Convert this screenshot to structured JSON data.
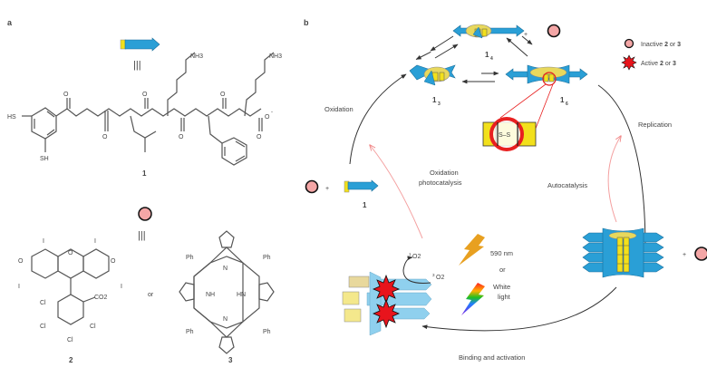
{
  "panels": {
    "a": {
      "label": "a",
      "compound1": {
        "label": "1",
        "groups": {
          "hs_top": "HS",
          "sh_bottom": "SH",
          "nh3_1": "NH3",
          "nh3_2": "NH3",
          "plus": "+",
          "carboxylate": "O",
          "charge": "-",
          "o": "O",
          "h": "H",
          "n": "N"
        },
        "equiv_symbol": "|||"
      },
      "compound2": {
        "label": "2",
        "groups": {
          "o_ketone": "O",
          "o_ring": "O",
          "o_minus": "O",
          "i": "I",
          "cl": "Cl",
          "co2": "CO2",
          "charge": "-"
        }
      },
      "or_label": "or",
      "compound3": {
        "label": "3",
        "groups": {
          "ph": "Ph",
          "nh": "NH",
          "hn": "HN",
          "n": "N"
        }
      },
      "photosensitizer_equiv": "|||"
    },
    "b": {
      "label": "b",
      "species": {
        "trimer": "1",
        "trimer_sub": "3",
        "tetramer": "1",
        "tetramer_sub": "4",
        "hexamer": "1",
        "hexamer_sub": "6",
        "monomer": "1"
      },
      "plus": "+",
      "disulfide": "S–S",
      "legend": [
        {
          "icon": "pink-circle",
          "text_pre": "Inactive ",
          "bold1": "2",
          "mid": " or ",
          "bold2": "3"
        },
        {
          "icon": "red-star",
          "text_pre": "Active ",
          "bold1": "2",
          "mid": " or ",
          "bold2": "3"
        }
      ],
      "labels": {
        "oxidation": "Oxidation",
        "oxidation_photocatalysis_1": "Oxidation",
        "oxidation_photocatalysis_2": "photocatalysis",
        "replication": "Replication",
        "autocatalysis": "Autocatalysis",
        "binding": "Binding and activation",
        "singlet_o2": "O2",
        "singlet_sup": "1",
        "triplet_o2": "O2",
        "triplet_sup": "3",
        "wavelength": "590 nm",
        "or": "or",
        "white1": "White",
        "white2": "light"
      },
      "colors": {
        "inactive": "#f4a6a6",
        "active": "#e8141c",
        "strand": "#2a9fd6",
        "strand_light": "#8fd0ee",
        "core": "#f2e01c",
        "highlight": "#e82020",
        "bolt": "#e8a020"
      }
    }
  }
}
